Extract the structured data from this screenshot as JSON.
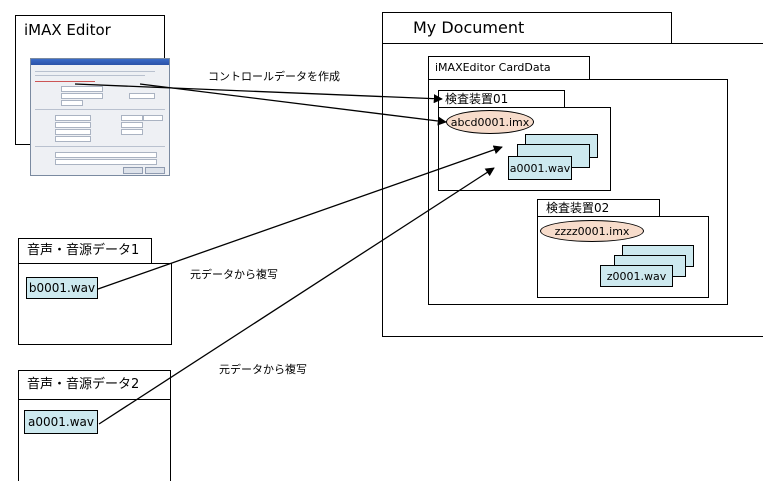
{
  "editor": {
    "title": "iMAX Editor"
  },
  "document": {
    "title": "My Document",
    "carddata": {
      "title": "iMAXEditor CardData",
      "device1": {
        "title": "検査装置01",
        "imx": "abcd0001.imx",
        "wav": "a0001.wav"
      },
      "device2": {
        "title": "検査装置02",
        "imx": "zzzz0001.imx",
        "wav": "z0001.wav"
      }
    }
  },
  "source1": {
    "title": "音声・音源データ1",
    "file": "b0001.wav"
  },
  "source2": {
    "title": "音声・音源データ2",
    "file": "a0001.wav"
  },
  "labels": {
    "create": "コントロールデータを作成",
    "copy1": "元データから複写",
    "copy2": "元データから複写"
  },
  "colors": {
    "file_fill": "#cde9ef",
    "imx_fill": "#f7dccb"
  }
}
